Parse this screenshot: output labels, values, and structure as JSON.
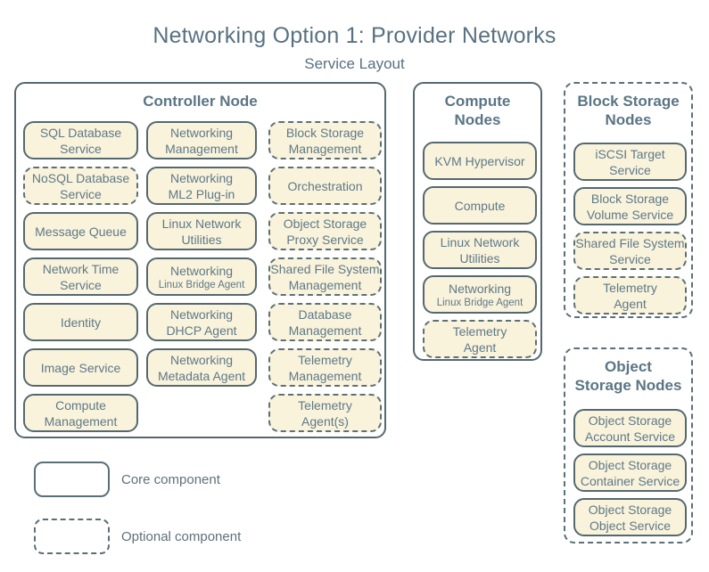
{
  "page": {
    "title": "Networking Option 1: Provider Networks",
    "subtitle": "Service Layout"
  },
  "legend": {
    "core_label": "Core component",
    "optional_label": "Optional component"
  },
  "colors": {
    "background": "#ffffff",
    "box_fill": "#f9f3dc",
    "core_border": "#55686f",
    "optional_border": "#5c7077",
    "text": "#5e7987",
    "heading": "#587181"
  },
  "groups": [
    {
      "id": "controller",
      "title_lines": [
        "Controller Node"
      ],
      "border": "solid",
      "columns": [
        {
          "items": [
            {
              "lines": [
                "SQL Database",
                "Service"
              ],
              "optional": false
            },
            {
              "lines": [
                "NoSQL Database",
                "Service"
              ],
              "optional": true
            },
            {
              "lines": [
                "Message Queue"
              ],
              "optional": false
            },
            {
              "lines": [
                "Network Time",
                "Service"
              ],
              "optional": false
            },
            {
              "lines": [
                "Identity"
              ],
              "optional": false
            },
            {
              "lines": [
                "Image Service"
              ],
              "optional": false
            },
            {
              "lines": [
                "Compute",
                "Management"
              ],
              "optional": false
            }
          ]
        },
        {
          "items": [
            {
              "lines": [
                "Networking",
                "Management"
              ],
              "optional": false
            },
            {
              "lines": [
                "Networking",
                "ML2 Plug-in"
              ],
              "optional": false
            },
            {
              "lines": [
                "Linux Network",
                "Utilities"
              ],
              "optional": false
            },
            {
              "lines": [
                "Networking",
                "Linux Bridge Agent"
              ],
              "optional": false,
              "small_line": 1
            },
            {
              "lines": [
                "Networking",
                "DHCP Agent"
              ],
              "optional": false
            },
            {
              "lines": [
                "Networking",
                "Metadata Agent"
              ],
              "optional": false
            }
          ]
        },
        {
          "items": [
            {
              "lines": [
                "Block Storage",
                "Management"
              ],
              "optional": true
            },
            {
              "lines": [
                "Orchestration"
              ],
              "optional": true
            },
            {
              "lines": [
                "Object Storage",
                "Proxy Service"
              ],
              "optional": true
            },
            {
              "lines": [
                "Shared File System",
                "Management"
              ],
              "optional": true
            },
            {
              "lines": [
                "Database",
                "Management"
              ],
              "optional": true
            },
            {
              "lines": [
                "Telemetry",
                "Management"
              ],
              "optional": true
            },
            {
              "lines": [
                "Telemetry",
                "Agent(s)"
              ],
              "optional": true
            }
          ]
        }
      ]
    },
    {
      "id": "compute",
      "title_lines": [
        "Compute",
        "Nodes"
      ],
      "border": "solid",
      "columns": [
        {
          "items": [
            {
              "lines": [
                "KVM Hypervisor"
              ],
              "optional": false
            },
            {
              "lines": [
                "Compute"
              ],
              "optional": false
            },
            {
              "lines": [
                "Linux Network",
                "Utilities"
              ],
              "optional": false
            },
            {
              "lines": [
                "Networking",
                "Linux Bridge Agent"
              ],
              "optional": false,
              "small_line": 1
            },
            {
              "lines": [
                "Telemetry",
                "Agent"
              ],
              "optional": true
            }
          ]
        }
      ]
    },
    {
      "id": "block-storage",
      "title_lines": [
        "Block Storage",
        "Nodes"
      ],
      "border": "dashed",
      "columns": [
        {
          "items": [
            {
              "lines": [
                "iSCSI Target",
                "Service"
              ],
              "optional": false
            },
            {
              "lines": [
                "Block Storage",
                "Volume Service"
              ],
              "optional": false
            },
            {
              "lines": [
                "Shared File System",
                "Service"
              ],
              "optional": true
            },
            {
              "lines": [
                "Telemetry",
                "Agent"
              ],
              "optional": true
            }
          ]
        }
      ]
    },
    {
      "id": "object-storage",
      "title_lines": [
        "Object",
        "Storage Nodes"
      ],
      "border": "dashed",
      "columns": [
        {
          "items": [
            {
              "lines": [
                "Object Storage",
                "Account Service"
              ],
              "optional": false
            },
            {
              "lines": [
                "Object Storage",
                "Container Service"
              ],
              "optional": false
            },
            {
              "lines": [
                "Object Storage",
                "Object Service"
              ],
              "optional": false
            }
          ]
        }
      ]
    }
  ]
}
